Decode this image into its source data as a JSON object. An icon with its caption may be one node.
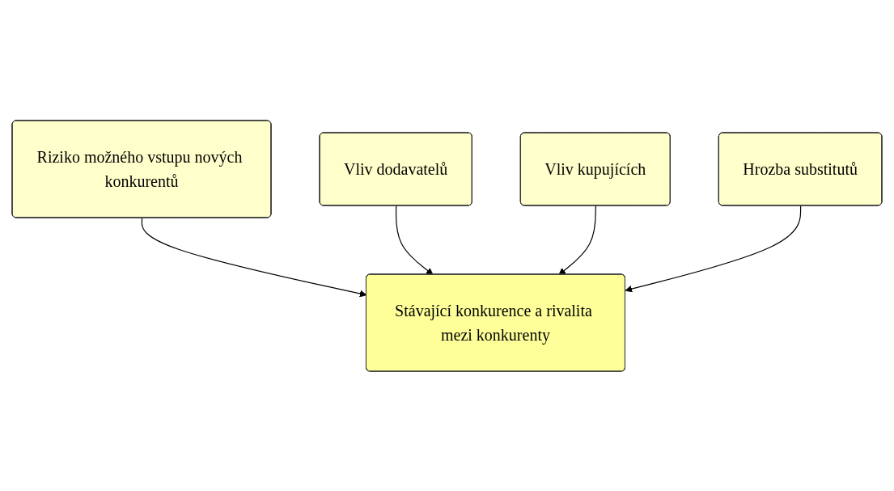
{
  "diagram": {
    "nodes": [
      {
        "text": [
          "Riziko možného vstupu nových konkurentů"
        ]
      },
      {
        "text": [
          "Vliv dodavatelů"
        ]
      },
      {
        "text": [
          "Stávající konkurence a rivalita mezi konkurenty"
        ]
      },
      {
        "text": [
          "Vliv kupujících"
        ]
      },
      {
        "text": [
          "Hrozba substitutů"
        ]
      }
    ],
    "edges": [
      {
        "from": 0,
        "to": 2,
        "arrow": "to"
      },
      {
        "from": 1,
        "to": 2,
        "arrow": "to"
      },
      {
        "from": 3,
        "to": 2,
        "arrow": "to"
      },
      {
        "from": 4,
        "to": 2,
        "arrow": "to"
      }
    ]
  }
}
